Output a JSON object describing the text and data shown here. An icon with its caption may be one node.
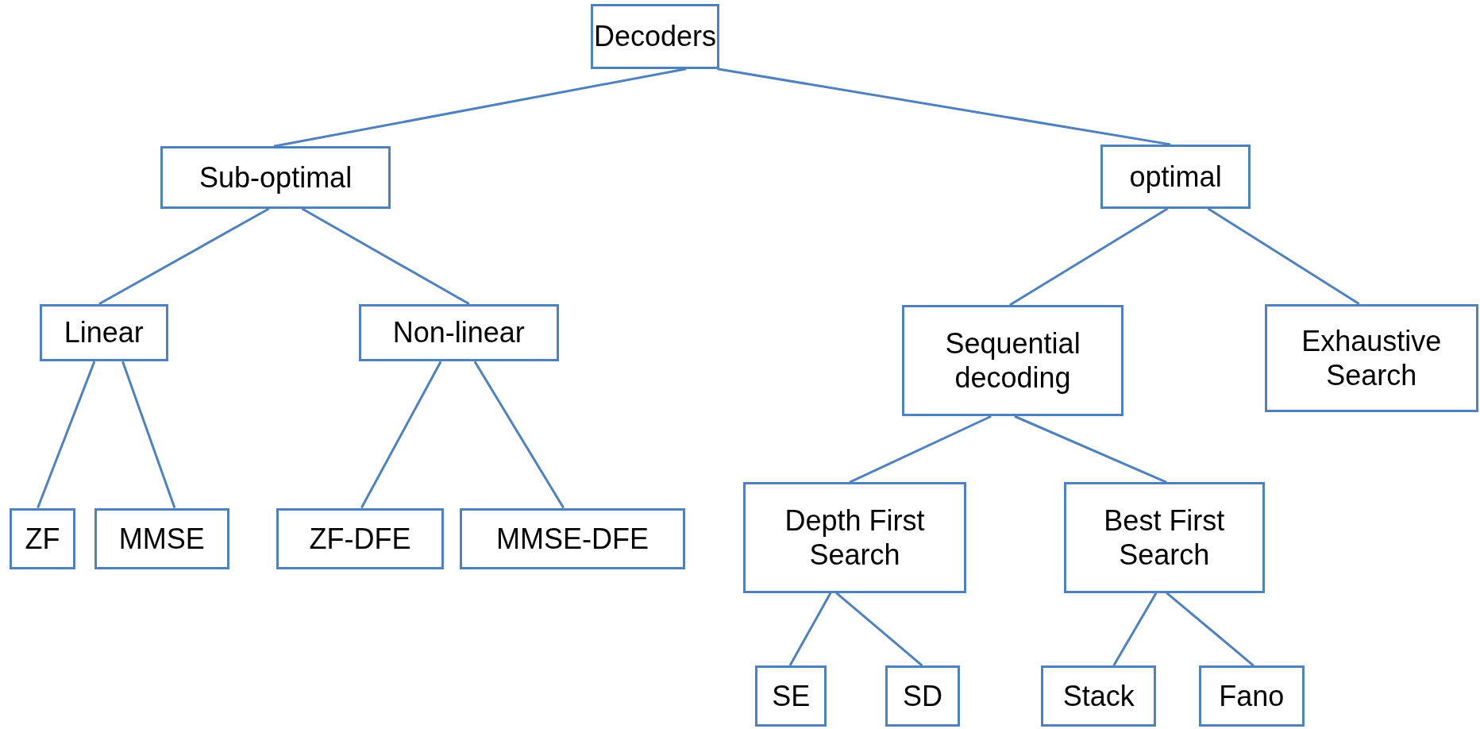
{
  "diagram": {
    "nodes": [
      {
        "text": [
          "Decoders"
        ]
      },
      {
        "text": [
          "Sub-optimal"
        ]
      },
      {
        "text": [
          "optimal"
        ]
      },
      {
        "text": [
          "Linear"
        ]
      },
      {
        "text": [
          "Non-linear"
        ]
      },
      {
        "text": [
          "Sequential decoding"
        ]
      },
      {
        "text": [
          "Exhaustive Search"
        ]
      },
      {
        "text": [
          "ZF"
        ]
      },
      {
        "text": [
          "MMSE"
        ]
      },
      {
        "text": [
          "ZF-DFE"
        ]
      },
      {
        "text": [
          "MMSE-DFE"
        ]
      },
      {
        "text": [
          "Depth First Search"
        ]
      },
      {
        "text": [
          "Best First Search"
        ]
      },
      {
        "text": [
          "SE"
        ]
      },
      {
        "text": [
          "SD"
        ]
      },
      {
        "text": [
          "Stack"
        ]
      },
      {
        "text": [
          "Fano"
        ]
      }
    ],
    "edges": [
      {
        "from": 0,
        "to": 1,
        "arrow": "none"
      },
      {
        "from": 0,
        "to": 2,
        "arrow": "none"
      },
      {
        "from": 1,
        "to": 3,
        "arrow": "none"
      },
      {
        "from": 1,
        "to": 4,
        "arrow": "none"
      },
      {
        "from": 3,
        "to": 7,
        "arrow": "none"
      },
      {
        "from": 3,
        "to": 8,
        "arrow": "none"
      },
      {
        "from": 4,
        "to": 9,
        "arrow": "none"
      },
      {
        "from": 4,
        "to": 10,
        "arrow": "none"
      },
      {
        "from": 2,
        "to": 5,
        "arrow": "none"
      },
      {
        "from": 2,
        "to": 6,
        "arrow": "none"
      },
      {
        "from": 5,
        "to": 11,
        "arrow": "none"
      },
      {
        "from": 5,
        "to": 12,
        "arrow": "none"
      },
      {
        "from": 11,
        "to": 13,
        "arrow": "none"
      },
      {
        "from": 11,
        "to": 14,
        "arrow": "none"
      },
      {
        "from": 12,
        "to": 15,
        "arrow": "none"
      },
      {
        "from": 12,
        "to": 16,
        "arrow": "none"
      }
    ]
  }
}
